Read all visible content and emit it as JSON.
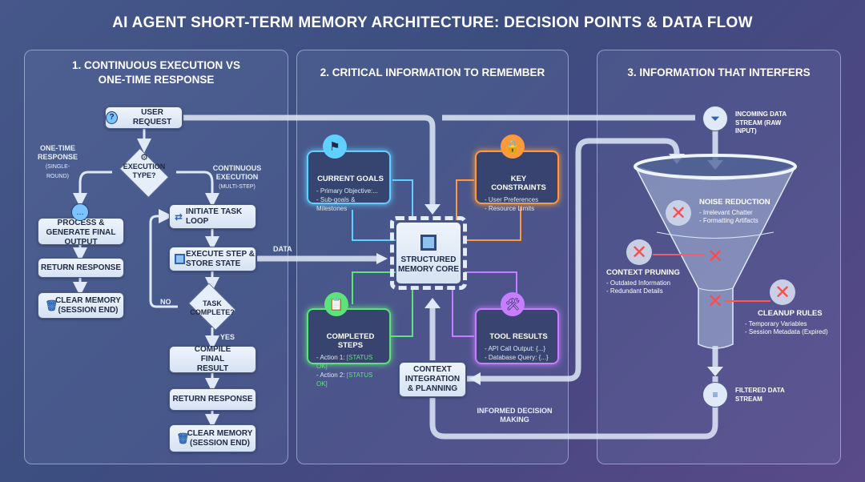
{
  "title": "AI AGENT SHORT-TERM MEMORY ARCHITECTURE: DECISION POINTS & DATA FLOW",
  "panels": [
    {
      "title_line1": "1. CONTINUOUS EXECUTION VS",
      "title_line2": "ONE-TIME RESPONSE"
    },
    {
      "title": "2. CRITICAL INFORMATION TO REMEMBER"
    },
    {
      "title": "3. INFORMATION THAT INTERFERS"
    }
  ],
  "flow": {
    "user_request": "USER REQUEST",
    "execution_type": "EXECUTION TYPE?",
    "one_time": {
      "label": "ONE-TIME RESPONSE",
      "sub": "(SINGLE-ROUND)"
    },
    "continuous": {
      "label": "CONTINUOUS EXECUTION",
      "sub": "(MULTI-STEP)"
    },
    "process_generate": "PROCESS & GENERATE FINAL OUTPUT",
    "return_response_left": "RETURN RESPONSE",
    "clear_memory_left": "CLEAR MEMORY (SESSION END)",
    "initiate_loop": "INITIATE TASK LOOP",
    "execute_step": "EXECUTE STEP & STORE STATE",
    "task_complete": "TASK COMPLETE?",
    "no": "NO",
    "yes": "YES",
    "compile_final": "COMPILE FINAL RESULT",
    "return_response_right": "RETURN RESPONSE",
    "clear_memory_right": "CLEAR MEMORY (SESSION END)",
    "data_label": "DATA"
  },
  "memory": {
    "core": "STRUCTURED MEMORY CORE",
    "cards": [
      {
        "title": "CURRENT GOALS",
        "items": [
          "- Primary Objective:...",
          "- Sub-goals & Milestones"
        ],
        "color": "#5fd0ff",
        "icon": "flag-icon"
      },
      {
        "title": "KEY CONSTRAINTS",
        "items": [
          "- User Preferences",
          "- Resource Limits"
        ],
        "color": "#ff9a3c",
        "icon": "lock-icon"
      },
      {
        "title": "COMPLETED STEPS",
        "items": [
          "- Action 1: ",
          "- Action 2: "
        ],
        "status": "[STATUS OK]",
        "color": "#5ee37a",
        "icon": "checklist-icon"
      },
      {
        "title": "TOOL RESULTS",
        "items": [
          "- API Call Output: {...}",
          "- Database Query: {...}"
        ],
        "color": "#c77dff",
        "icon": "tools-icon"
      }
    ],
    "context": "CONTEXT INTEGRATION & PLANNING",
    "informed": "INFORMED DECISION MAKING"
  },
  "filter": {
    "incoming": "INCOMING DATA STREAM (RAW INPUT)",
    "noise": {
      "title": "NOISE REDUCTION",
      "items": [
        "- Irrelevant Chatter",
        "- Formatting Artifacts"
      ]
    },
    "pruning": {
      "title": "CONTEXT PRUNING",
      "items": [
        "- Outdated Information",
        "- Redundant Details"
      ]
    },
    "cleanup": {
      "title": "CLEANUP RULES",
      "items": [
        "- Temporary Variables",
        "- Session Metadata (Expired)"
      ]
    },
    "filtered": "FILTERED DATA STREAM"
  }
}
